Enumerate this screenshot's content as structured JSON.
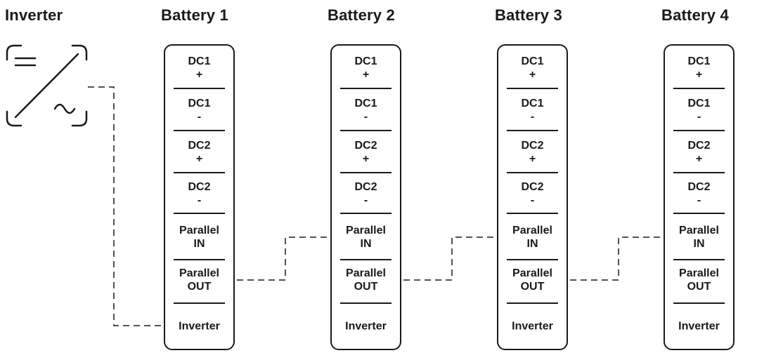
{
  "inverter": {
    "title": "Inverter",
    "icon": "dc-ac-inverter-icon"
  },
  "batteries": [
    {
      "title": "Battery 1",
      "terminals": [
        {
          "line1": "DC1",
          "line2": "+"
        },
        {
          "line1": "DC1",
          "line2": "-"
        },
        {
          "line1": "DC2",
          "line2": "+"
        },
        {
          "line1": "DC2",
          "line2": "-"
        },
        {
          "line1": "Parallel",
          "line2": "IN"
        },
        {
          "line1": "Parallel",
          "line2": "OUT"
        },
        {
          "line1": "Inverter",
          "line2": ""
        }
      ]
    },
    {
      "title": "Battery 2",
      "terminals": [
        {
          "line1": "DC1",
          "line2": "+"
        },
        {
          "line1": "DC1",
          "line2": "-"
        },
        {
          "line1": "DC2",
          "line2": "+"
        },
        {
          "line1": "DC2",
          "line2": "-"
        },
        {
          "line1": "Parallel",
          "line2": "IN"
        },
        {
          "line1": "Parallel",
          "line2": "OUT"
        },
        {
          "line1": "Inverter",
          "line2": ""
        }
      ]
    },
    {
      "title": "Battery 3",
      "terminals": [
        {
          "line1": "DC1",
          "line2": "+"
        },
        {
          "line1": "DC1",
          "line2": "-"
        },
        {
          "line1": "DC2",
          "line2": "+"
        },
        {
          "line1": "DC2",
          "line2": "-"
        },
        {
          "line1": "Parallel",
          "line2": "IN"
        },
        {
          "line1": "Parallel",
          "line2": "OUT"
        },
        {
          "line1": "Inverter",
          "line2": ""
        }
      ]
    },
    {
      "title": "Battery 4",
      "terminals": [
        {
          "line1": "DC1",
          "line2": "+"
        },
        {
          "line1": "DC1",
          "line2": "-"
        },
        {
          "line1": "DC2",
          "line2": "+"
        },
        {
          "line1": "DC2",
          "line2": "-"
        },
        {
          "line1": "Parallel",
          "line2": "IN"
        },
        {
          "line1": "Parallel",
          "line2": "OUT"
        },
        {
          "line1": "Inverter",
          "line2": ""
        }
      ]
    }
  ],
  "connections": [
    {
      "from": "inverter",
      "to": "Battery 1 Inverter",
      "style": "dashed"
    },
    {
      "from": "Battery 1 Parallel OUT",
      "to": "Battery 2 Parallel IN",
      "style": "dashed"
    },
    {
      "from": "Battery 2 Parallel OUT",
      "to": "Battery 3 Parallel IN",
      "style": "dashed"
    },
    {
      "from": "Battery 3 Parallel OUT",
      "to": "Battery 4 Parallel IN",
      "style": "dashed"
    }
  ],
  "colors": {
    "stroke": "#1a1a1a",
    "background": "#ffffff"
  }
}
